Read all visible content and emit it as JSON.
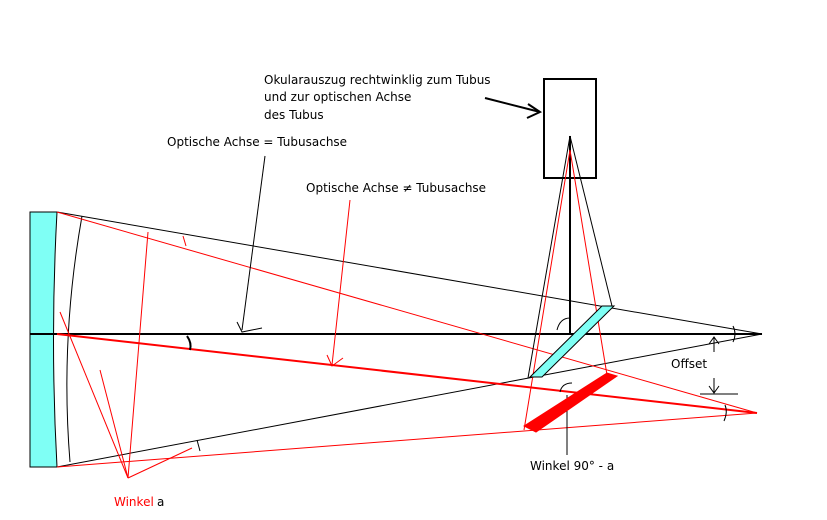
{
  "labels": {
    "eyepiece_line1": "Okularauszug rechtwinklig zum Tubus",
    "eyepiece_line2": "und zur optischen Achse",
    "eyepiece_line3": "des Tubus",
    "axis_equal": "Optische Achse = Tubusachse",
    "axis_unequal": "Optische Achse ≠ Tubusachse",
    "offset": "Offset",
    "winkel_90": "Winkel 90° - a",
    "winkel_word": "Winkel",
    "winkel_a": "a"
  },
  "colors": {
    "mirror": "#7ffff5",
    "red": "#ff0000",
    "black": "#000000",
    "secondary_red": "#ff0000",
    "secondary_cyan": "#7ffff5"
  }
}
